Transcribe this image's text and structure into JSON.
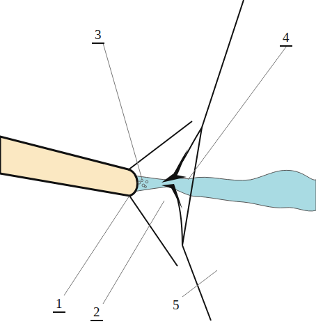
{
  "diagram": {
    "labels": [
      "3",
      "4",
      "1",
      "2",
      "5"
    ]
  }
}
